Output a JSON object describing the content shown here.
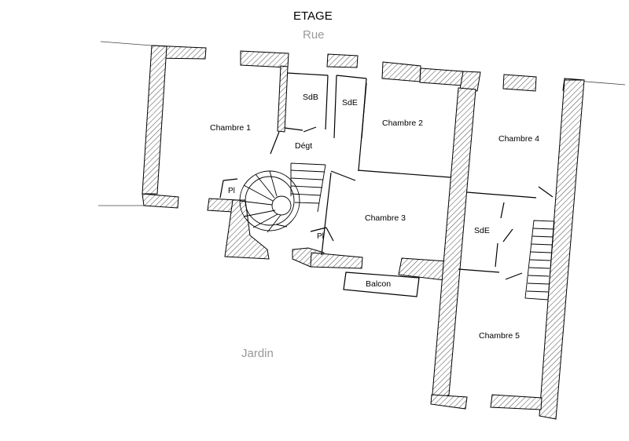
{
  "plan": {
    "title": "ETAGE",
    "street_label": "Rue",
    "garden_label": "Jardin",
    "rooms": {
      "chambre1": "Chambre 1",
      "sdb": "SdB",
      "sde_top": "SdE",
      "chambre2": "Chambre 2",
      "degt": "Dégt",
      "chambre4": "Chambre 4",
      "chambre3": "Chambre 3",
      "sde_right": "SdE",
      "chambre5": "Chambre 5",
      "balcon": "Balcon",
      "placard_left": "Pl",
      "placard_stair": "Pl"
    },
    "colors": {
      "wall_fill": "#ffffff",
      "hatch": "#333333",
      "outline": "#000000",
      "label_grey": "#999999"
    }
  }
}
